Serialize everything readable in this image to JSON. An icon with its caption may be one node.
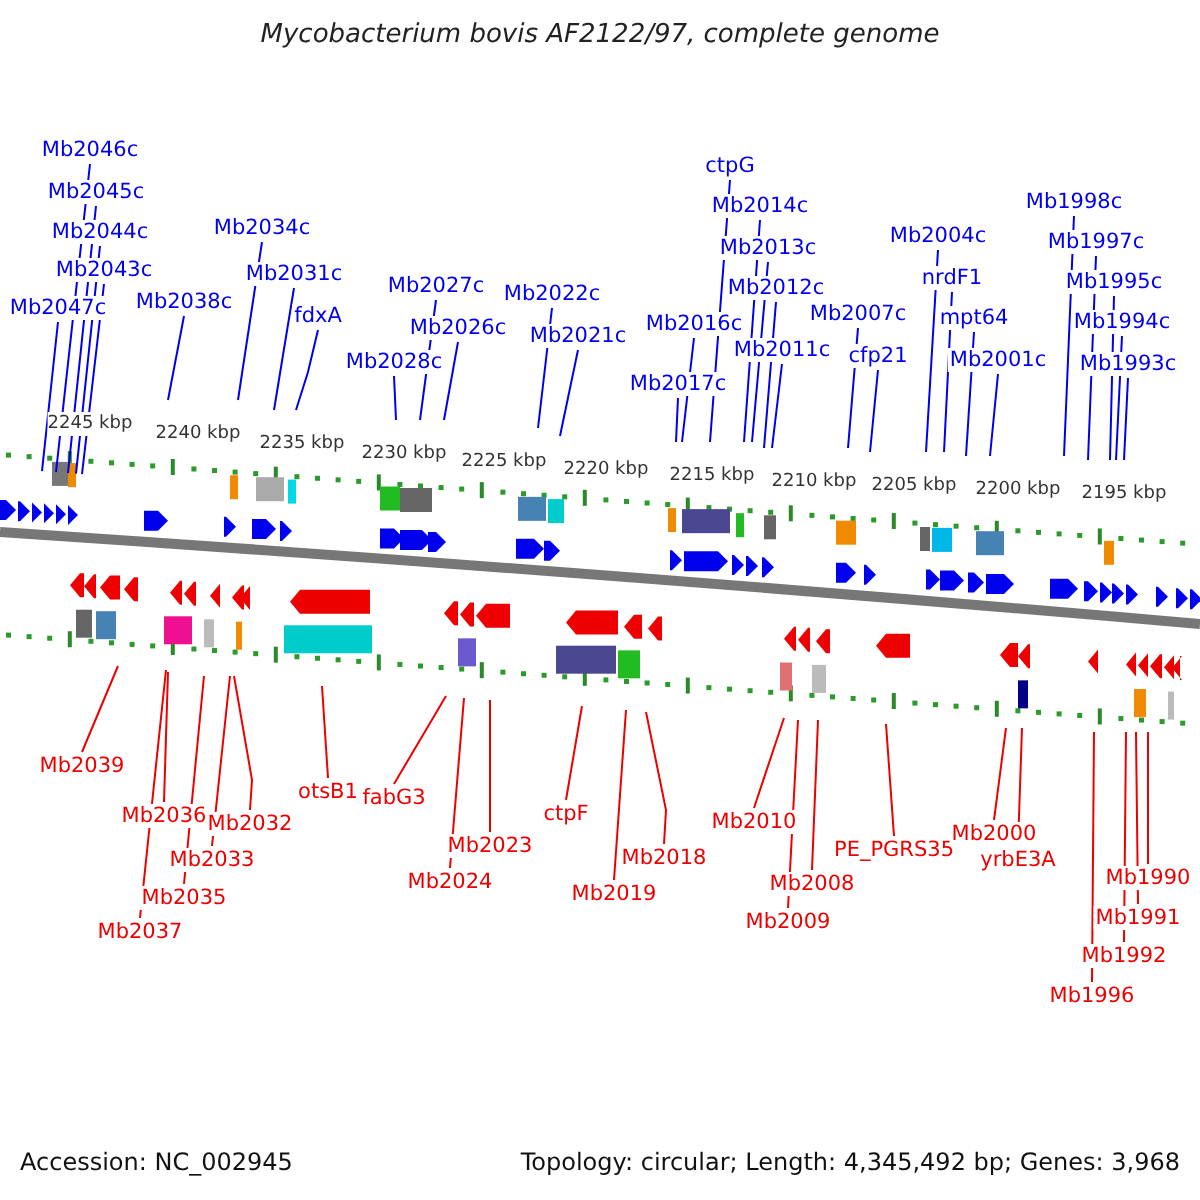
{
  "diagram": {
    "title": "Mycobacterium bovis AF2122/97, complete genome",
    "nodes": [
      {
        "text": [
          "Mb2046c"
        ]
      },
      {
        "text": [
          "Mb2045c"
        ]
      },
      {
        "text": [
          "Mb2044c"
        ]
      },
      {
        "text": [
          "Mb2043c"
        ]
      },
      {
        "text": [
          "Mb2047c"
        ]
      },
      {
        "text": [
          "Mb2038c"
        ]
      },
      {
        "text": [
          "Mb2034c"
        ]
      },
      {
        "text": [
          "Mb2031c"
        ]
      },
      {
        "text": [
          "fdxA"
        ]
      },
      {
        "text": [
          "Mb2028c"
        ]
      },
      {
        "text": [
          "Mb2027c"
        ]
      },
      {
        "text": [
          "Mb2026c"
        ]
      },
      {
        "text": [
          "Mb2022c"
        ]
      },
      {
        "text": [
          "Mb2021c"
        ]
      },
      {
        "text": [
          "ctpG"
        ]
      },
      {
        "text": [
          "Mb2016c"
        ]
      },
      {
        "text": [
          "Mb2017c"
        ]
      },
      {
        "text": [
          "Mb2014c"
        ]
      },
      {
        "text": [
          "Mb2013c"
        ]
      },
      {
        "text": [
          "Mb2012c"
        ]
      },
      {
        "text": [
          "Mb2011c"
        ]
      },
      {
        "text": [
          "Mb2007c"
        ]
      },
      {
        "text": [
          "cfp21"
        ]
      },
      {
        "text": [
          "Mb2004c"
        ]
      },
      {
        "text": [
          "nrdF1"
        ]
      },
      {
        "text": [
          "mpt64"
        ]
      },
      {
        "text": [
          "Mb2001c"
        ]
      },
      {
        "text": [
          "Mb1998c"
        ]
      },
      {
        "text": [
          "Mb1997c"
        ]
      },
      {
        "text": [
          "Mb1995c"
        ]
      },
      {
        "text": [
          "Mb1994c"
        ]
      },
      {
        "text": [
          "Mb1993c"
        ]
      },
      {
        "text": [
          "Mb2039"
        ]
      },
      {
        "text": [
          "Mb2036"
        ]
      },
      {
        "text": [
          "Mb2037"
        ]
      },
      {
        "text": [
          "Mb2033"
        ]
      },
      {
        "text": [
          "Mb2035"
        ]
      },
      {
        "text": [
          "Mb2032"
        ]
      },
      {
        "text": [
          "otsB1"
        ]
      },
      {
        "text": [
          "fabG3"
        ]
      },
      {
        "text": [
          "Mb2024"
        ]
      },
      {
        "text": [
          "Mb2023"
        ]
      },
      {
        "text": [
          "ctpF"
        ]
      },
      {
        "text": [
          "Mb2019"
        ]
      },
      {
        "text": [
          "Mb2018"
        ]
      },
      {
        "text": [
          "Mb2010"
        ]
      },
      {
        "text": [
          "Mb2008"
        ]
      },
      {
        "text": [
          "Mb2009"
        ]
      },
      {
        "text": [
          "PE_PGRS35"
        ]
      },
      {
        "text": [
          "Mb2000"
        ]
      },
      {
        "text": [
          "yrbE3A"
        ]
      },
      {
        "text": [
          "Mb1996"
        ]
      },
      {
        "text": [
          "Mb1992"
        ]
      },
      {
        "text": [
          "Mb1991"
        ]
      },
      {
        "text": [
          "Mb1990"
        ]
      }
    ],
    "edges": [
      {
        "from": 0,
        "to": null,
        "arrow": "none"
      },
      {
        "from": 1,
        "to": null,
        "arrow": "none"
      },
      {
        "from": 2,
        "to": null,
        "arrow": "none"
      },
      {
        "from": 3,
        "to": null,
        "arrow": "none"
      },
      {
        "from": 4,
        "to": null,
        "arrow": "none"
      },
      {
        "from": 5,
        "to": null,
        "arrow": "none"
      },
      {
        "from": 6,
        "to": null,
        "arrow": "none"
      },
      {
        "from": 7,
        "to": null,
        "arrow": "none"
      },
      {
        "from": 8,
        "to": null,
        "arrow": "none"
      },
      {
        "from": 9,
        "to": null,
        "arrow": "none"
      },
      {
        "from": 10,
        "to": null,
        "arrow": "none"
      },
      {
        "from": 11,
        "to": null,
        "arrow": "none"
      },
      {
        "from": 12,
        "to": null,
        "arrow": "none"
      },
      {
        "from": 13,
        "to": null,
        "arrow": "none"
      },
      {
        "from": 14,
        "to": null,
        "arrow": "none"
      },
      {
        "from": 15,
        "to": null,
        "arrow": "none"
      },
      {
        "from": 16,
        "to": null,
        "arrow": "none"
      },
      {
        "from": 17,
        "to": null,
        "arrow": "none"
      },
      {
        "from": 18,
        "to": null,
        "arrow": "none"
      },
      {
        "from": 19,
        "to": null,
        "arrow": "none"
      },
      {
        "from": 20,
        "to": null,
        "arrow": "none"
      },
      {
        "from": 21,
        "to": null,
        "arrow": "none"
      },
      {
        "from": 22,
        "to": null,
        "arrow": "none"
      },
      {
        "from": 23,
        "to": null,
        "arrow": "none"
      },
      {
        "from": 24,
        "to": null,
        "arrow": "none"
      },
      {
        "from": 25,
        "to": null,
        "arrow": "none"
      },
      {
        "from": 26,
        "to": null,
        "arrow": "none"
      },
      {
        "from": 27,
        "to": null,
        "arrow": "none"
      },
      {
        "from": 28,
        "to": null,
        "arrow": "none"
      },
      {
        "from": 29,
        "to": null,
        "arrow": "none"
      },
      {
        "from": 30,
        "to": null,
        "arrow": "none"
      },
      {
        "from": 31,
        "to": null,
        "arrow": "none"
      },
      {
        "from": 32,
        "to": null,
        "arrow": "none",
        "color": "#ee0000"
      },
      {
        "from": 33,
        "to": null,
        "arrow": "none",
        "color": "#ee0000"
      },
      {
        "from": 34,
        "to": null,
        "arrow": "none",
        "color": "#ee0000"
      },
      {
        "from": 35,
        "to": null,
        "arrow": "none",
        "color": "#ee0000"
      },
      {
        "from": 36,
        "to": null,
        "arrow": "none",
        "color": "#ee0000"
      },
      {
        "from": 37,
        "to": null,
        "arrow": "none",
        "color": "#ee0000"
      },
      {
        "from": 38,
        "to": null,
        "arrow": "none",
        "color": "#ee0000"
      },
      {
        "from": 39,
        "to": null,
        "arrow": "none",
        "color": "#ee0000"
      },
      {
        "from": 40,
        "to": null,
        "arrow": "none",
        "color": "#ee0000"
      },
      {
        "from": 41,
        "to": null,
        "arrow": "none",
        "color": "#ee0000"
      },
      {
        "from": 42,
        "to": null,
        "arrow": "none",
        "color": "#ee0000"
      },
      {
        "from": 43,
        "to": null,
        "arrow": "none",
        "color": "#ee0000"
      },
      {
        "from": 44,
        "to": null,
        "arrow": "none",
        "color": "#ee0000"
      },
      {
        "from": 45,
        "to": null,
        "arrow": "none",
        "color": "#ee0000"
      },
      {
        "from": 46,
        "to": null,
        "arrow": "none",
        "color": "#ee0000"
      },
      {
        "from": 47,
        "to": null,
        "arrow": "none",
        "color": "#ee0000"
      },
      {
        "from": 48,
        "to": null,
        "arrow": "none",
        "color": "#ee0000"
      },
      {
        "from": 49,
        "to": null,
        "arrow": "none",
        "color": "#ee0000"
      },
      {
        "from": 50,
        "to": null,
        "arrow": "none",
        "color": "#ee0000"
      },
      {
        "from": 51,
        "to": null,
        "arrow": "none",
        "color": "#ee0000"
      },
      {
        "from": 52,
        "to": null,
        "arrow": "none",
        "color": "#ee0000"
      },
      {
        "from": 53,
        "to": null,
        "arrow": "none",
        "color": "#ee0000"
      },
      {
        "from": 54,
        "to": null,
        "arrow": "none",
        "color": "#ee0000"
      }
    ],
    "labels": [
      "2245 kbp",
      "2240 kbp",
      "2235 kbp",
      "2230 kbp",
      "2225 kbp",
      "2220 kbp",
      "2215 kbp",
      "2210 kbp",
      "2205 kbp",
      "2200 kbp",
      "2195 kbp",
      "Accession: NC_002945",
      "Topology: circular; Length: 4,345,492 bp; Genes: 3,968"
    ]
  }
}
